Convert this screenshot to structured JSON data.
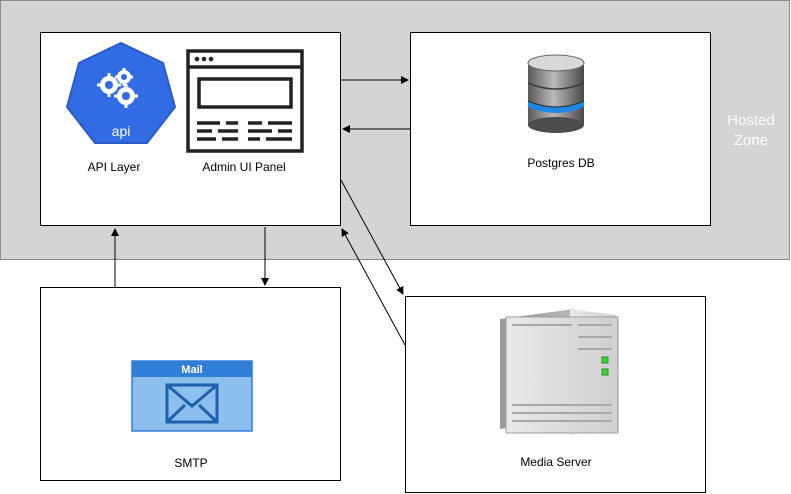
{
  "zone": {
    "label": "Hosted Zone"
  },
  "nodes": {
    "api_layer": {
      "label": "API Layer",
      "icon_text": "api"
    },
    "admin_ui": {
      "label": "Admin UI Panel"
    },
    "postgres": {
      "label": "Postgres DB"
    },
    "smtp": {
      "label": "SMTP",
      "mail_banner": "Mail"
    },
    "media": {
      "label": "Media Server"
    }
  },
  "colors": {
    "zone_fill": "#d4d4d4",
    "kubernetes_blue": "#326ce5",
    "mail_blue": "#2f7fd6",
    "mail_light": "#8cbfee",
    "db_gray": "#8a8a8a",
    "db_accent": "#1e88e5",
    "server_led": "#3bd13b"
  },
  "icons": [
    "kubernetes-api-icon",
    "admin-window-icon",
    "database-icon",
    "mail-icon",
    "server-tower-icon"
  ]
}
